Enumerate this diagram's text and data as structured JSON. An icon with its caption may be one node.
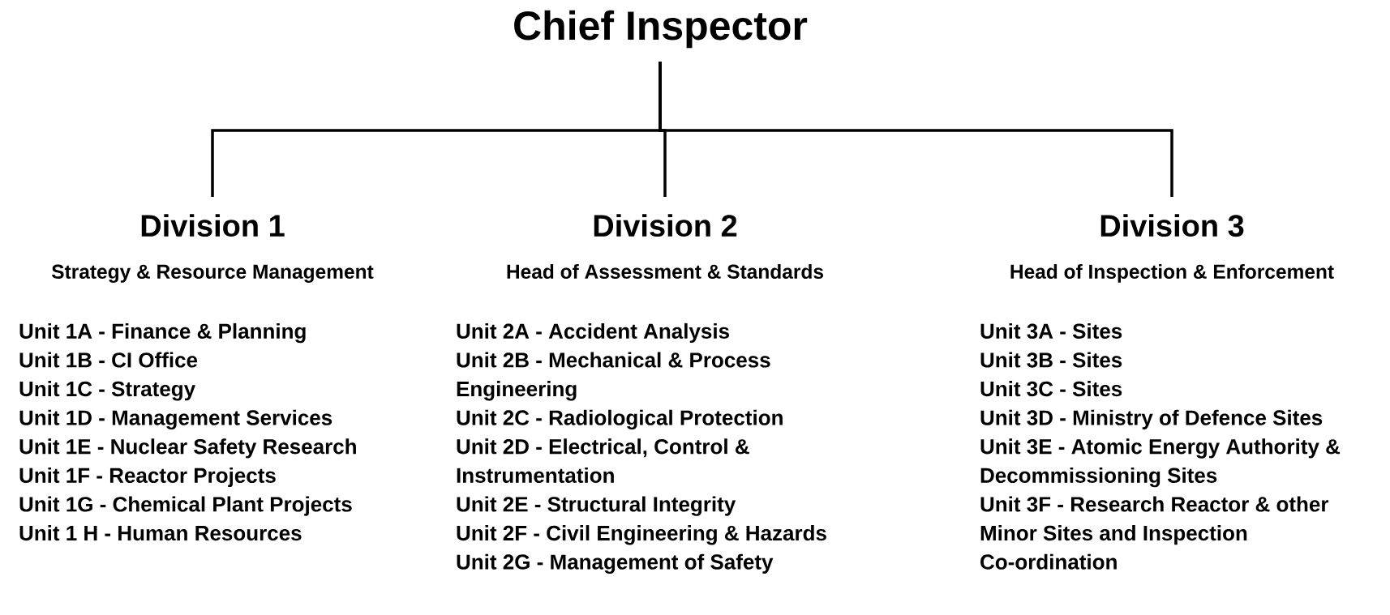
{
  "diagram": {
    "nodes": [
      {
        "text": [
          "Chief Inspector"
        ]
      },
      {
        "text": [
          "Division 1",
          "Strategy & Resource Management",
          "Unit 1A - Finance & Planning",
          "Unit 1B - CI Office",
          "Unit 1C - Strategy",
          "Unit 1D - Management Services",
          "Unit 1E - Nuclear Safety Research",
          "Unit 1F - Reactor Projects",
          "Unit 1G - Chemical Plant Projects",
          "Unit 1 H - Human Resources"
        ]
      },
      {
        "text": [
          "Division 2",
          "Head of Assessment & Standards",
          "Unit 2A - Accident Analysis",
          "Unit 2B - Mechanical & Process Engineering",
          "Unit 2C - Radiological Protection",
          "Unit 2D - Electrical, Control & Instrumentation",
          "Unit 2E - Structural Integrity",
          "Unit 2F - Civil Engineering & Hazards",
          "Unit 2G - Management of Safety"
        ]
      },
      {
        "text": [
          "Division 3",
          "Head of Inspection & Enforcement",
          "Unit 3A - Sites",
          "Unit 3B - Sites",
          "Unit 3C - Sites",
          "Unit 3D - Ministry of Defence Sites",
          "Unit 3E - Atomic Energy Authority & Decommissioning Sites",
          "Unit 3F - Research Reactor & other Minor Sites and Inspection Co-ordination"
        ]
      }
    ],
    "edges": [
      {
        "from": 0,
        "to": 1,
        "arrow": "none"
      },
      {
        "from": 0,
        "to": 2,
        "arrow": "none"
      },
      {
        "from": 0,
        "to": 3,
        "arrow": "none"
      }
    ]
  }
}
